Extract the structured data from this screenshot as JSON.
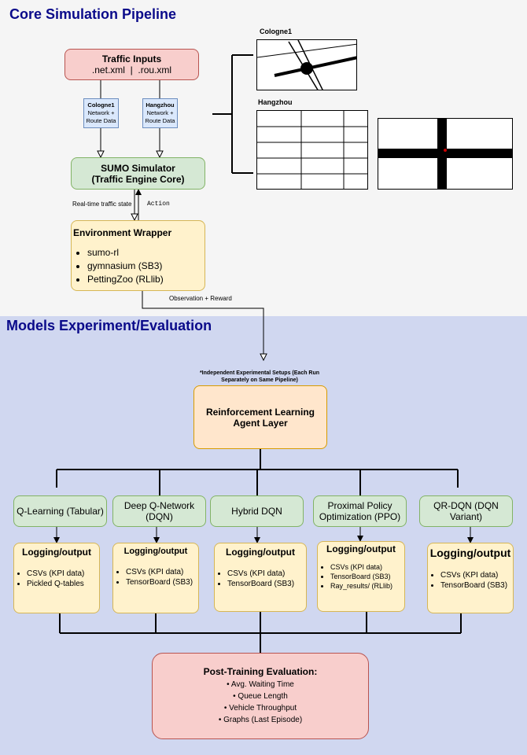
{
  "top_section": {
    "title": "Core Simulation Pipeline"
  },
  "bottom_section": {
    "title": "Models Experiment/Evaluation"
  },
  "traffic_inputs": {
    "title": "Traffic Inputs",
    "files": ".net.xml  |  .rou.xml"
  },
  "cologne_box": {
    "name": "Cologne1",
    "line1": "Network +",
    "line2": "Route Data"
  },
  "hangzhou_box": {
    "name": "Hangzhou",
    "line1": "Network +",
    "line2": "Route Data"
  },
  "sumo": {
    "line1": "SUMO Simulator",
    "line2": "(Traffic Engine Core)"
  },
  "edge_labels": {
    "state": "Real-time traffic state",
    "action": "Action",
    "obs": "Observation + Reward"
  },
  "env_wrapper": {
    "title": "Environment Wrapper",
    "items": [
      "sumo-rl",
      "gymnasium (SB3)",
      "PettingZoo (RLlib)"
    ]
  },
  "maps": {
    "cologne_label": "Cologne1",
    "hangzhou_label": "Hangzhou"
  },
  "note": {
    "line1": "*Independent Experimental Setups (Each Run",
    "line2": "Separately on Same Pipeline)"
  },
  "rl_agent": {
    "line1": "Reinforcement Learning",
    "line2": "Agent Layer"
  },
  "models": [
    {
      "line1": "Q-Learning (Tabular)",
      "line2": ""
    },
    {
      "line1": "Deep Q-Network",
      "line2": "(DQN)"
    },
    {
      "line1": "Hybrid DQN",
      "line2": ""
    },
    {
      "line1": "Proximal Policy",
      "line2": "Optimization (PPO)"
    },
    {
      "line1": "QR-DQN (DQN",
      "line2": "Variant)"
    }
  ],
  "logging": [
    {
      "title": "Logging/output",
      "items": [
        "CSVs (KPI data)",
        "Pickled Q-tables"
      ]
    },
    {
      "title": "Logging/output",
      "items": [
        "CSVs (KPI data)",
        "TensorBoard (SB3)"
      ]
    },
    {
      "title": "Logging/output",
      "items": [
        "CSVs (KPI data)",
        "TensorBoard (SB3)"
      ]
    },
    {
      "title": "Logging/output",
      "items": [
        "CSVs (KPI data)",
        "TensorBoard (SB3)",
        "Ray_results/ (RLlib)"
      ]
    },
    {
      "title": "Logging/output",
      "items": [
        "CSVs (KPI data)",
        "TensorBoard (SB3)"
      ]
    }
  ],
  "evaluation": {
    "title": "Post-Training Evaluation:",
    "items": [
      "• Avg. Waiting Time",
      "• Queue Length",
      "• Vehicle Throughput",
      "• Graphs (Last Episode)"
    ]
  }
}
